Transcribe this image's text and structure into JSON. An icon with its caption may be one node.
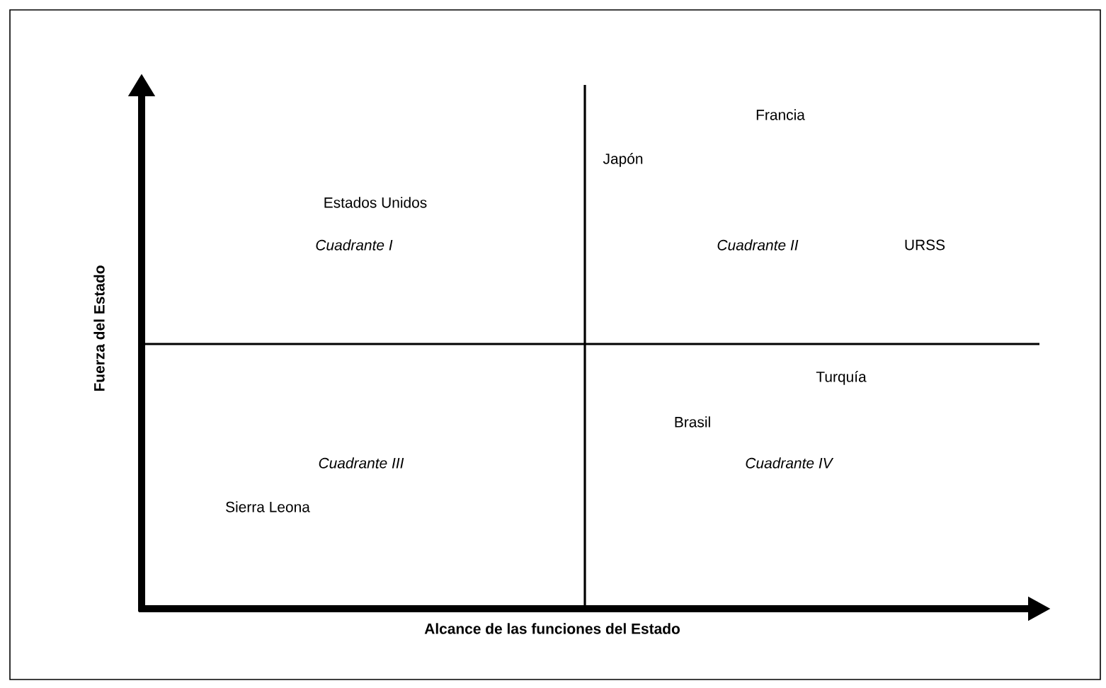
{
  "diagram": {
    "labels": [
      "Francia",
      "Japón",
      "Estados Unidos",
      "Cuadrante I",
      "Cuadrante II",
      "URSS",
      "Fuerza del Estado",
      "Turquía",
      "Brasil",
      "Cuadrante III",
      "Cuadrante IV",
      "Sierra Leona",
      "Alcance de las funciones del Estado"
    ]
  }
}
